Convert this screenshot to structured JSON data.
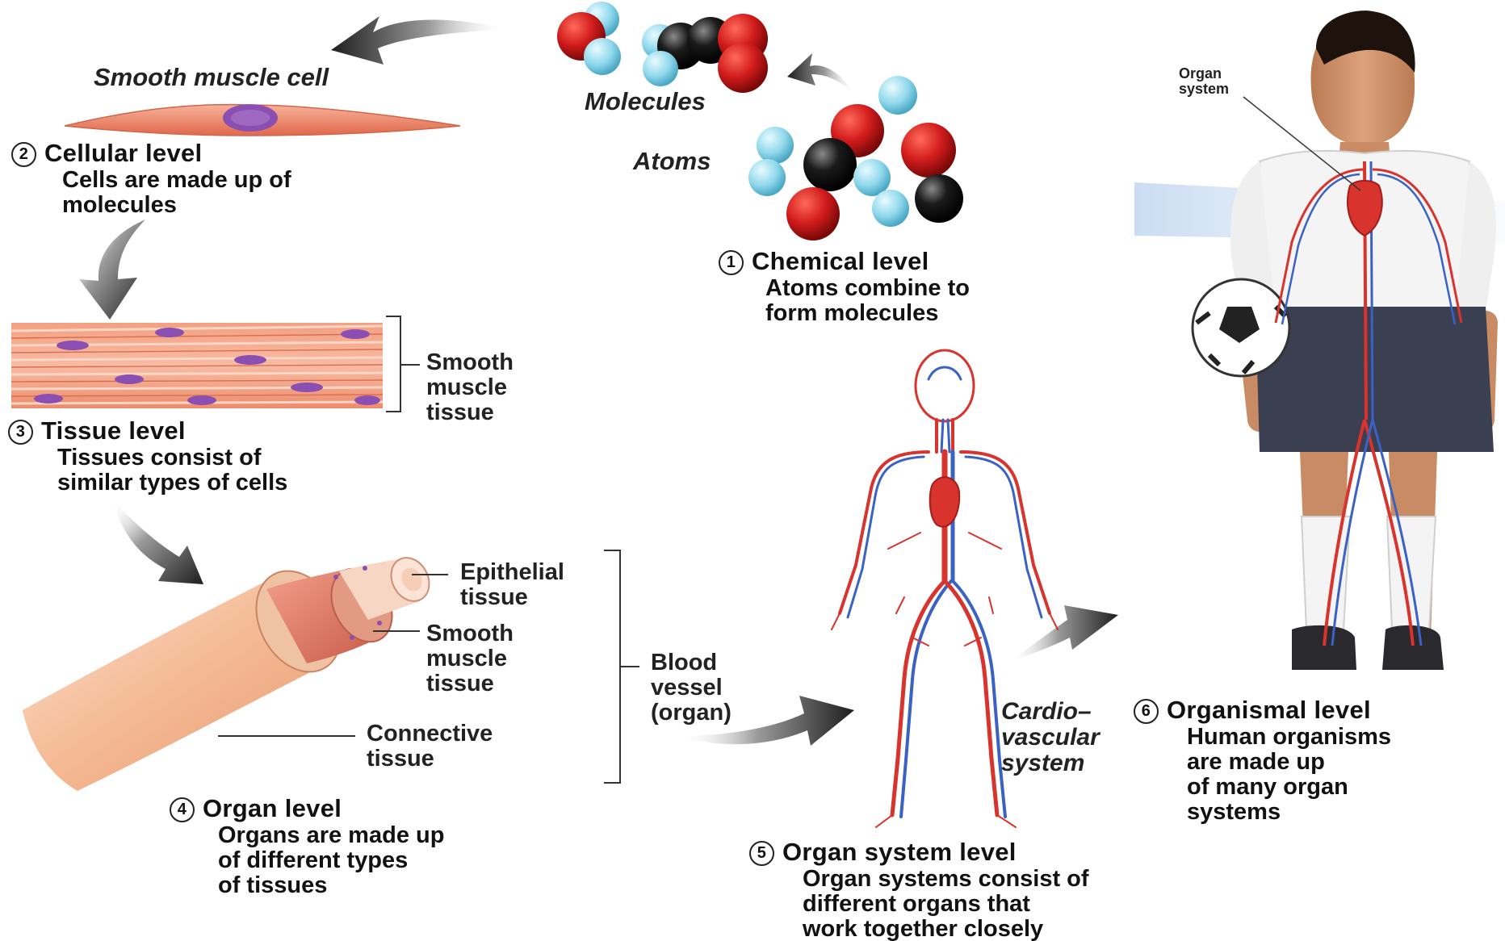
{
  "colors": {
    "oxygen_atom": "#d21c1c",
    "hydrogen_atom": "#8fd8ec",
    "carbon_atom": "#1b1b1b",
    "smooth_muscle": "#f08a6c",
    "nucleus": "#8a4fb0",
    "artery": "#d8332c",
    "vein": "#3a62c4",
    "arrow": "#333333"
  },
  "labels": {
    "smooth_muscle_cell": "Smooth muscle cell",
    "molecules": "Molecules",
    "atoms": "Atoms",
    "organ_system_callout": [
      "Organ",
      "system"
    ],
    "smooth_muscle_tissue_1": [
      "Smooth",
      "muscle",
      "tissue"
    ],
    "epithelial_tissue": [
      "Epithelial",
      "tissue"
    ],
    "smooth_muscle_tissue_2": [
      "Smooth",
      "muscle",
      "tissue"
    ],
    "connective_tissue": [
      "Connective",
      "tissue"
    ],
    "blood_vessel": [
      "Blood",
      "vessel",
      "(organ)"
    ],
    "cardiovascular_system": [
      "Cardio–",
      "vascular",
      "system"
    ]
  },
  "levels": [
    {
      "num": "1",
      "title": "Chemical level",
      "desc": [
        "Atoms combine to",
        "form molecules"
      ]
    },
    {
      "num": "2",
      "title": "Cellular level",
      "desc": [
        "Cells are made up of",
        "molecules"
      ]
    },
    {
      "num": "3",
      "title": "Tissue level",
      "desc": [
        "Tissues consist of",
        "similar types of cells"
      ]
    },
    {
      "num": "4",
      "title": "Organ level",
      "desc": [
        "Organs are made up",
        "of different types",
        "of tissues"
      ]
    },
    {
      "num": "5",
      "title": "Organ system level",
      "desc": [
        "Organ systems consist of",
        "different organs that",
        "work together closely"
      ]
    },
    {
      "num": "6",
      "title": "Organismal level",
      "desc": [
        "Human organisms",
        "are made up",
        "of many organ",
        "systems"
      ]
    }
  ]
}
